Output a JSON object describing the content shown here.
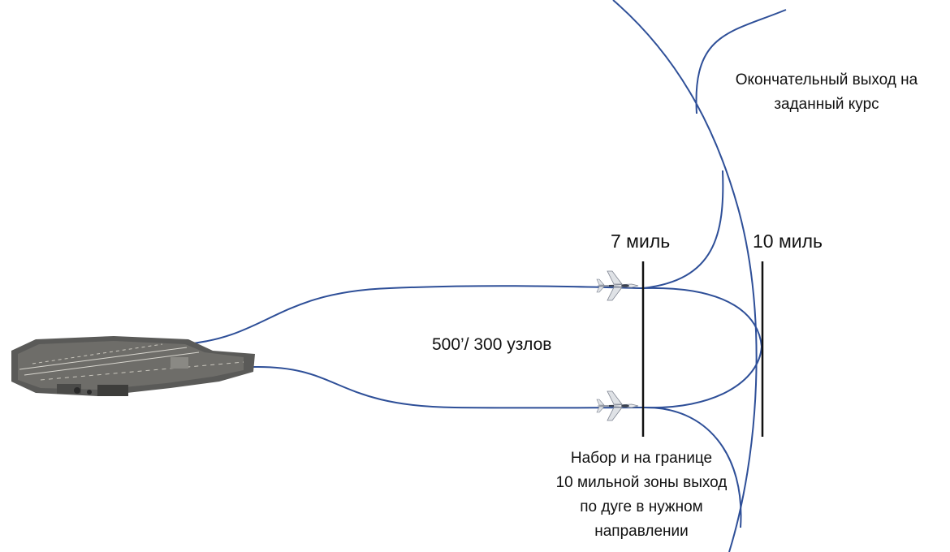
{
  "labels": {
    "range_7": "7 миль",
    "range_10": "10 миль",
    "speed_alt": "500’/ 300 узлов",
    "final_line1": "Окончательный выход на",
    "final_line2": "заданный курс",
    "climb_line1": "Набор и на границе",
    "climb_line2": "10 мильной зоны выход",
    "climb_line3": "по дуге в нужном",
    "climb_line4": "направлении"
  },
  "colors": {
    "path": "#2e4f98",
    "marker": "#111111",
    "ship_hull": "#5a5a58",
    "ship_deck": "#6e6d69",
    "aircraft": "#e9ebee",
    "aircraft_dark": "#3a4150"
  },
  "icons": {
    "ship": "aircraft-carrier-icon",
    "aircraft": "fighter-jet-icon"
  }
}
